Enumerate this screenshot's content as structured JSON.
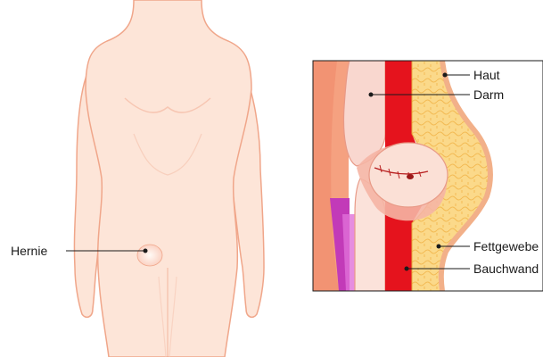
{
  "labels": {
    "hernie": "Hernie",
    "haut": "Haut",
    "darm": "Darm",
    "fettgewebe": "Fettgewebe",
    "bauchwand": "Bauchwand"
  },
  "colors": {
    "skin": "#fde5d8",
    "skin_outline": "#f0a68a",
    "muscle_red": "#e5131d",
    "fat_yellow": "#fbd98a",
    "intestine": "#f9d7cf",
    "purple": "#c23ab8"
  }
}
